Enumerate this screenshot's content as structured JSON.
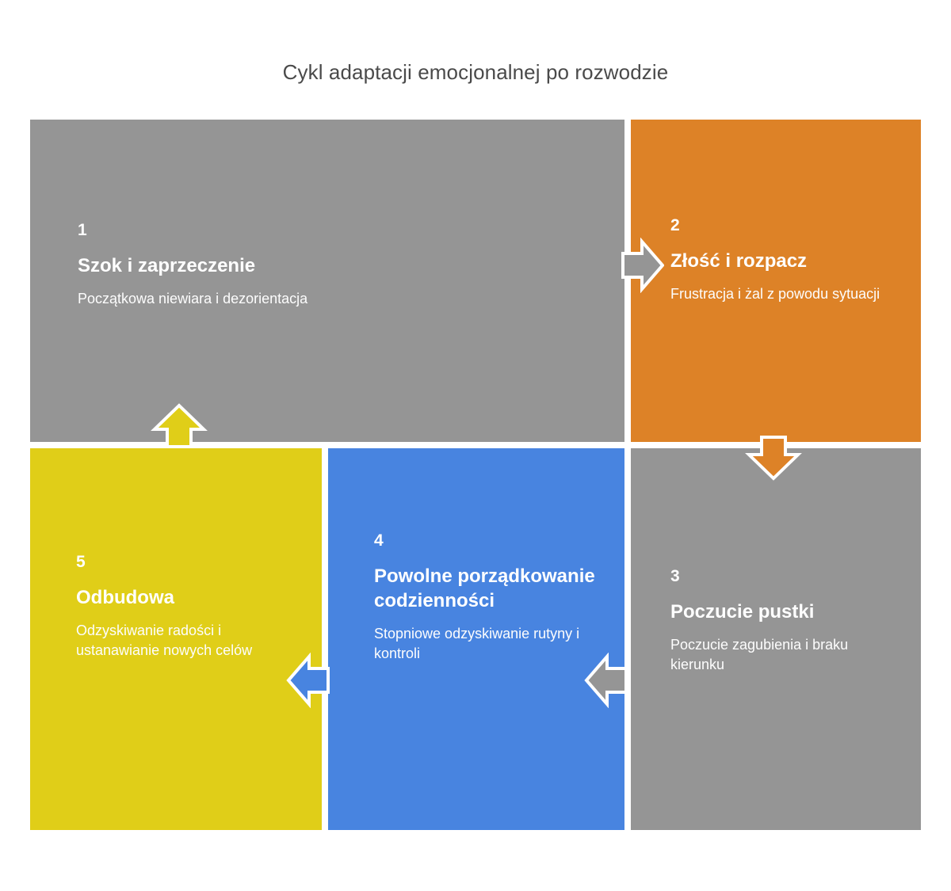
{
  "title": "Cykl adaptacji emocjonalnej po rozwodzie",
  "colors": {
    "gray": "#959595",
    "orange": "#dd8227",
    "blue": "#4884e0",
    "yellow": "#e0ce18",
    "title_text": "#4a4a4a",
    "block_text": "#ffffff",
    "arrow_outline": "#ffffff",
    "background": "#ffffff"
  },
  "chart_data": {
    "type": "diagram",
    "layout": "cycle",
    "title": "Cykl adaptacji emocjonalnej po rozwodzie",
    "stage_count": 5,
    "flow": [
      "1 → 2",
      "2 → 3",
      "3 → 4",
      "4 → 5",
      "5 → 1"
    ]
  },
  "stages": [
    {
      "number": "1",
      "title": "Szok i zaprzeczenie",
      "description": "Początkowa niewiara i dezorientacja",
      "color": "#959595"
    },
    {
      "number": "2",
      "title": "Złość i rozpacz",
      "description": "Frustracja i żal z powodu sytuacji",
      "color": "#dd8227"
    },
    {
      "number": "3",
      "title": "Poczucie pustki",
      "description": "Poczucie zagubienia i braku kierunku",
      "color": "#959595"
    },
    {
      "number": "4",
      "title": "Powolne porządkowanie codzienności",
      "description": "Stopniowe odzyskiwanie rutyny i kontroli",
      "color": "#4884e0"
    },
    {
      "number": "5",
      "title": "Odbudowa",
      "description": "Odzyskiwanie radości i ustanawianie nowych celów",
      "color": "#e0ce18"
    }
  ],
  "arrows": [
    {
      "name": "arrow-1-to-2",
      "direction": "right",
      "fill": "#959595"
    },
    {
      "name": "arrow-2-to-3",
      "direction": "down",
      "fill": "#dd8227"
    },
    {
      "name": "arrow-3-to-4",
      "direction": "left",
      "fill": "#959595"
    },
    {
      "name": "arrow-4-to-5",
      "direction": "left",
      "fill": "#4884e0"
    },
    {
      "name": "arrow-5-to-1",
      "direction": "up",
      "fill": "#e0ce18"
    }
  ]
}
